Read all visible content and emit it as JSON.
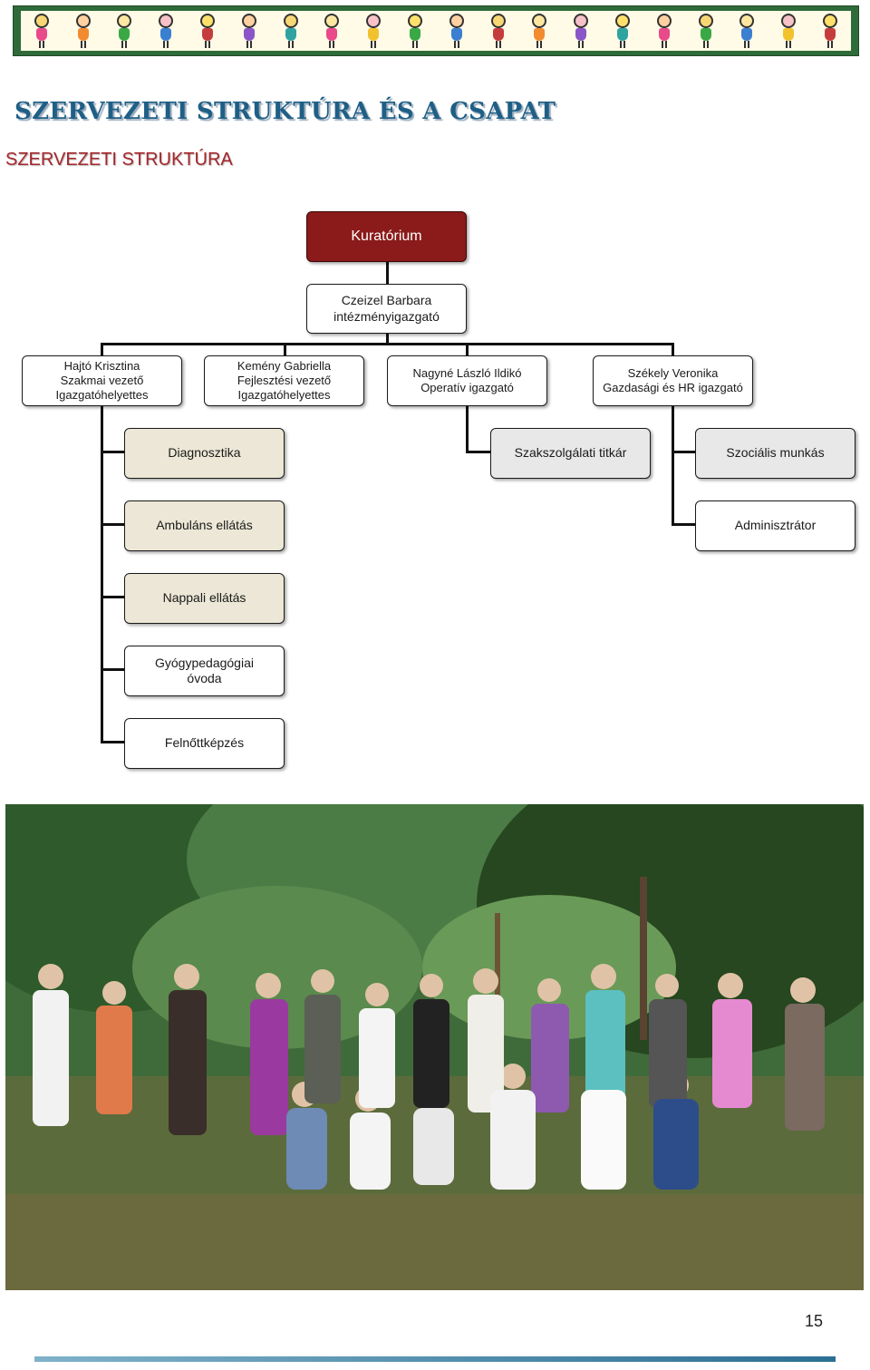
{
  "heading": "SZERVEZETI STRUKTÚRA ÉS A CSAPAT",
  "subheading": "SZERVEZETI STRUKTÚRA",
  "org": {
    "root": "Kuratórium",
    "director": {
      "name": "Czeizel Barbara",
      "role": "intézményigazgató"
    },
    "deputies": [
      {
        "name": "Hajtó Krisztina",
        "role1": "Szakmai vezető",
        "role2": "Igazgatóhelyettes"
      },
      {
        "name": "Kemény Gabriella",
        "role1": "Fejlesztési vezető",
        "role2": "Igazgatóhelyettes"
      },
      {
        "name": "Nagyné László Ildikó",
        "role1": "Operatív igazgató"
      },
      {
        "name": "Székely Veronika",
        "role1": "Gazdasági és HR igazgató"
      }
    ],
    "units_left": [
      "Diagnosztika",
      "Ambuláns ellátás",
      "Nappali ellátás",
      "Gyógypedagógiai óvoda",
      "Felnőttképzés"
    ],
    "unit_middle": "Szakszolgálati titkár",
    "units_right": [
      "Szociális munkás",
      "Adminisztrátor"
    ]
  },
  "page_number": "15",
  "colors": {
    "root_box": "#8b1a1a",
    "heading": "#1f5f86",
    "subheading": "#a6262b",
    "unit_beige": "#ece7d6",
    "unit_grey": "#e8e8e8"
  }
}
